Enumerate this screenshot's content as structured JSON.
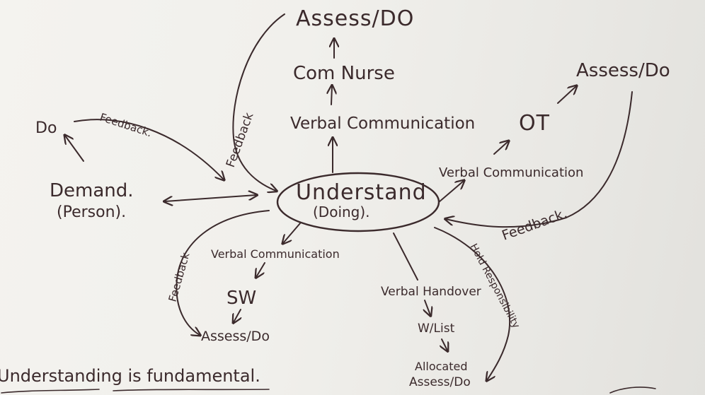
{
  "nodes": {
    "center_title": "Understand",
    "center_sub": "(Doing).",
    "top_assess": "Assess/DO",
    "com_nurse": "Com Nurse",
    "verbal_top": "Verbal Communication",
    "right_assess": "Assess/Do",
    "ot": "OT",
    "verbal_right": "Verbal Communication",
    "do_left": "Do",
    "demand": "Demand.",
    "person": "(Person).",
    "verbal_bottom": "Verbal Communication",
    "sw": "SW",
    "assess_bottom_left": "Assess/Do",
    "verbal_handover": "Verbal Handover",
    "wlist": "W/List",
    "allocated": "Allocated",
    "assess_bottom_right": "Assess/Do",
    "footer_line": "Understanding is fundamental."
  },
  "edges": {
    "feedback_left": "Feedback.",
    "feedback_top": "Feedback",
    "feedback_right": "Feedback.",
    "feedback_bottom": "Feedback",
    "hold_responsibility": "Hold Responsibility"
  },
  "colors": {
    "ink": "#3b2a2c",
    "paper": "#f2f1ed"
  }
}
